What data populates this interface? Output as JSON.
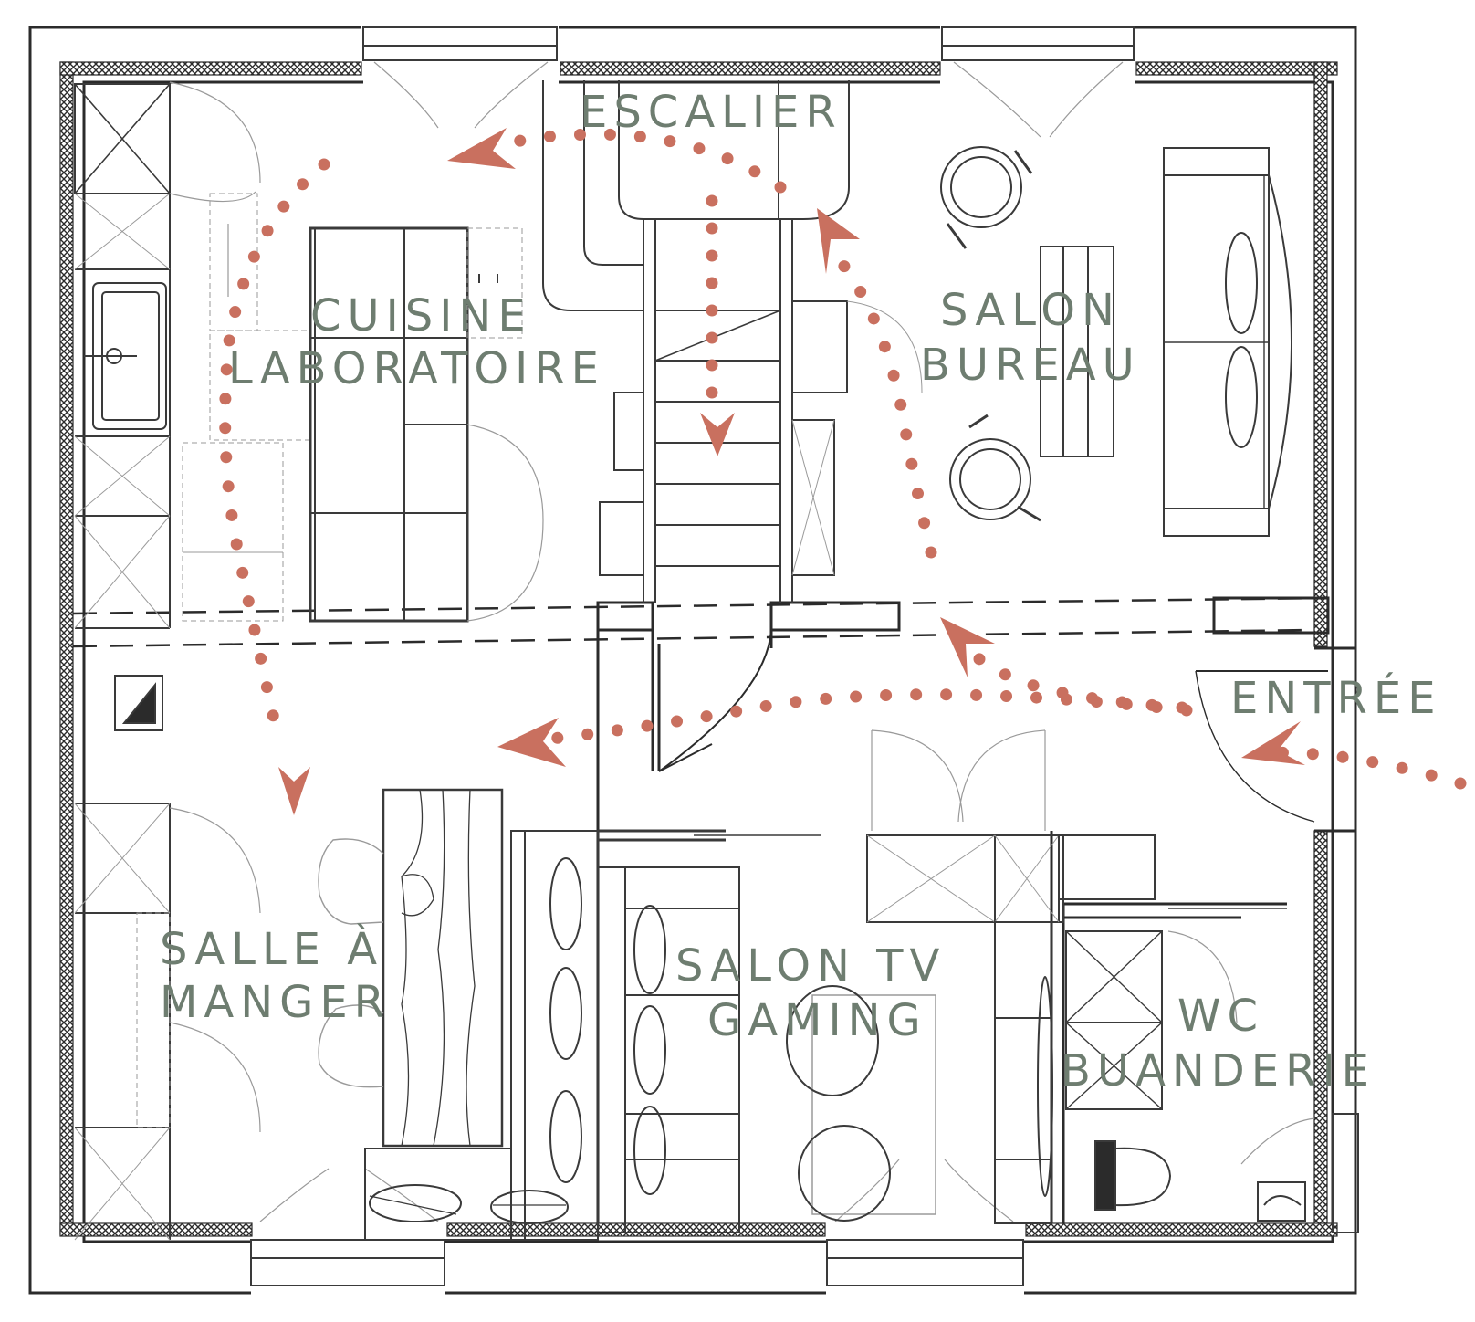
{
  "colors": {
    "wall": "#2b2b2b",
    "line": "#3a3a3a",
    "thin": "#9a9a9a",
    "label": "#6e7d70",
    "path": "#c9705f"
  },
  "rooms": {
    "escalier": "ESCALIER",
    "cuisine_1": "CUISINE",
    "cuisine_2": "LABORATOIRE",
    "salon_bureau_1": "SALON",
    "salon_bureau_2": "BUREAU",
    "entree": "ENTRÉE",
    "salle_1": "SALLE À",
    "salle_2": "MANGER",
    "salon_tv_1": "SALON TV",
    "salon_tv_2": "GAMING",
    "wc_1": "WC",
    "wc_2": "BUANDERIE"
  }
}
